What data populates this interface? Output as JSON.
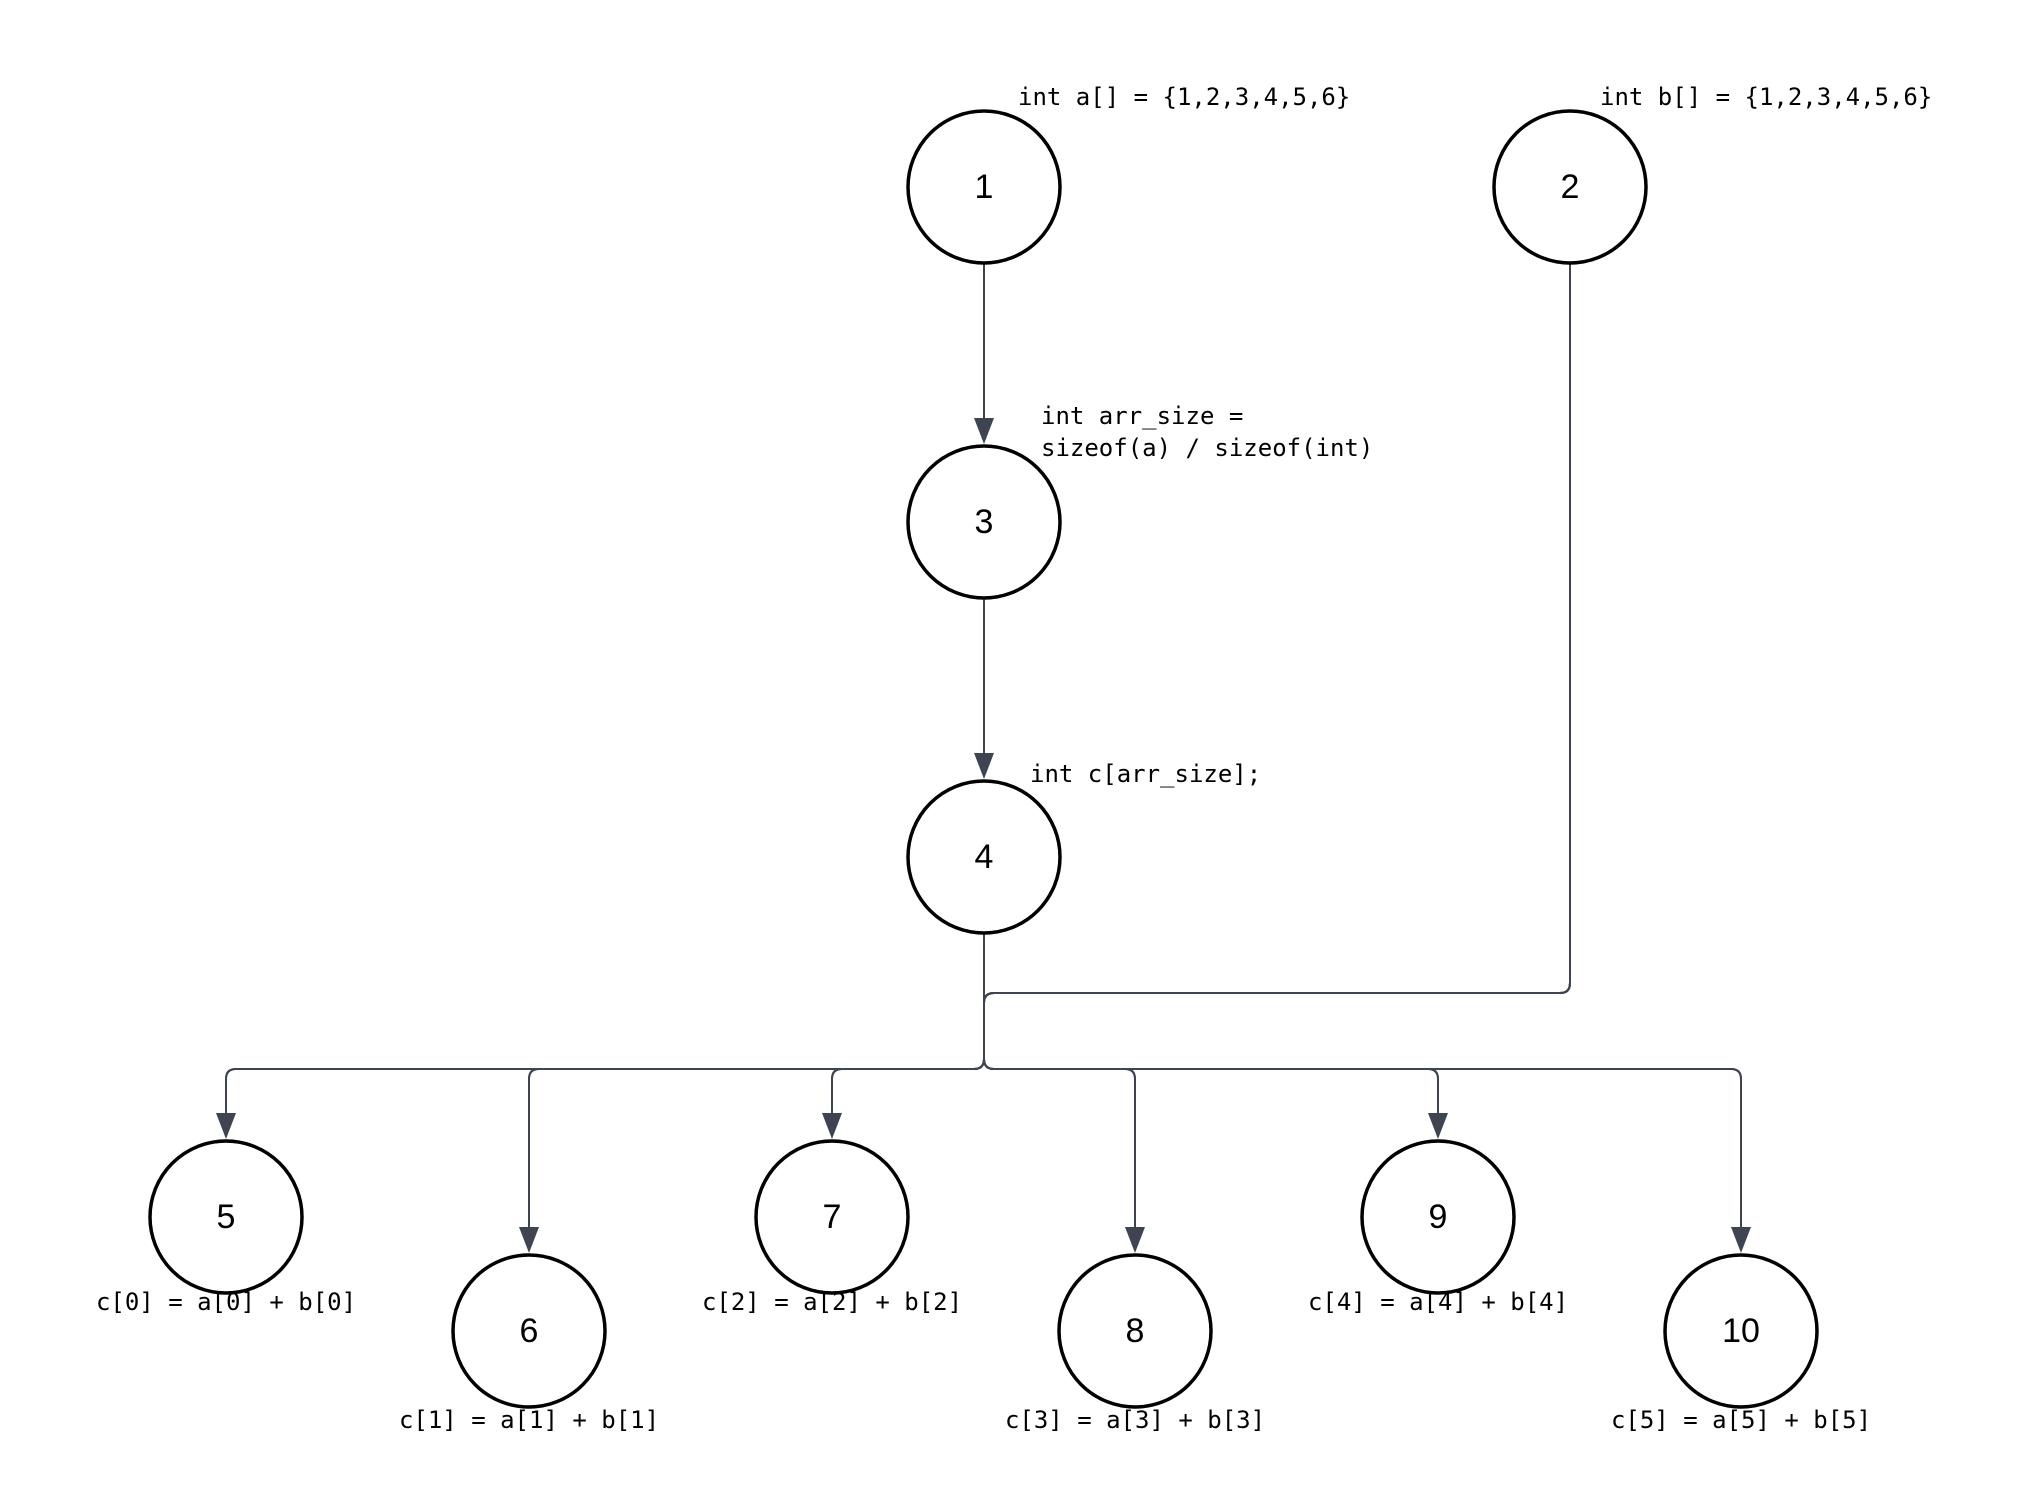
{
  "diagram": {
    "nodes": [
      {
        "id": "1",
        "label": "1",
        "annotation": [
          "int a[] = {1,2,3,4,5,6}"
        ]
      },
      {
        "id": "2",
        "label": "2",
        "annotation": [
          "int b[] = {1,2,3,4,5,6}"
        ]
      },
      {
        "id": "3",
        "label": "3",
        "annotation": [
          "int arr_size =",
          "sizeof(a) / sizeof(int)"
        ]
      },
      {
        "id": "4",
        "label": "4",
        "annotation": [
          "int c[arr_size];"
        ]
      },
      {
        "id": "5",
        "label": "5",
        "annotation": [
          "c[0] = a[0] + b[0]"
        ]
      },
      {
        "id": "6",
        "label": "6",
        "annotation": [
          "c[1] = a[1] + b[1]"
        ]
      },
      {
        "id": "7",
        "label": "7",
        "annotation": [
          "c[2] = a[2] + b[2]"
        ]
      },
      {
        "id": "8",
        "label": "8",
        "annotation": [
          "c[3] = a[3] + b[3]"
        ]
      },
      {
        "id": "9",
        "label": "9",
        "annotation": [
          "c[4] = a[4] + b[4]"
        ]
      },
      {
        "id": "10",
        "label": "10",
        "annotation": [
          "c[5] = a[5] + b[5]"
        ]
      }
    ],
    "edges": [
      {
        "from": "1",
        "to": "3"
      },
      {
        "from": "3",
        "to": "4"
      },
      {
        "from": "4",
        "to": "5"
      },
      {
        "from": "4",
        "to": "6"
      },
      {
        "from": "4",
        "to": "7"
      },
      {
        "from": "4",
        "to": "8"
      },
      {
        "from": "4",
        "to": "9"
      },
      {
        "from": "4",
        "to": "10"
      },
      {
        "from": "2",
        "to": "5"
      },
      {
        "from": "2",
        "to": "6"
      },
      {
        "from": "2",
        "to": "7"
      },
      {
        "from": "2",
        "to": "8"
      },
      {
        "from": "2",
        "to": "9"
      },
      {
        "from": "2",
        "to": "10"
      }
    ],
    "colors": {
      "edge": "#3f4550",
      "node_stroke": "#000000",
      "background": "#ffffff"
    }
  }
}
